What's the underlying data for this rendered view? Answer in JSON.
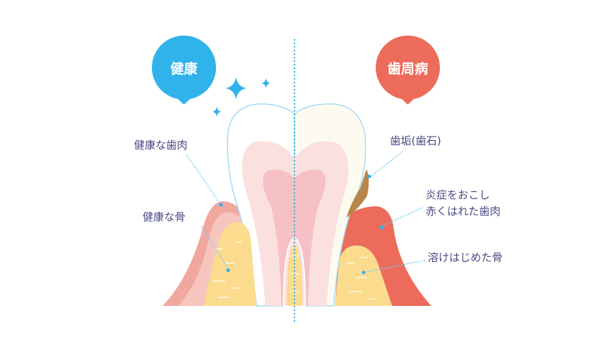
{
  "healthy": {
    "title": "健康",
    "gum_label": "健康な歯肉",
    "bone_label": "健康な骨",
    "color": "#2fb3ea"
  },
  "disease": {
    "title": "歯周病",
    "plaque_label": "歯垢(歯石)",
    "gum_label_line1": "炎症をおこし",
    "gum_label_line2": "赤くはれた歯肉",
    "bone_label": "溶けはじめた骨",
    "color": "#ec6b5b"
  },
  "label_color": "#4b4a86"
}
